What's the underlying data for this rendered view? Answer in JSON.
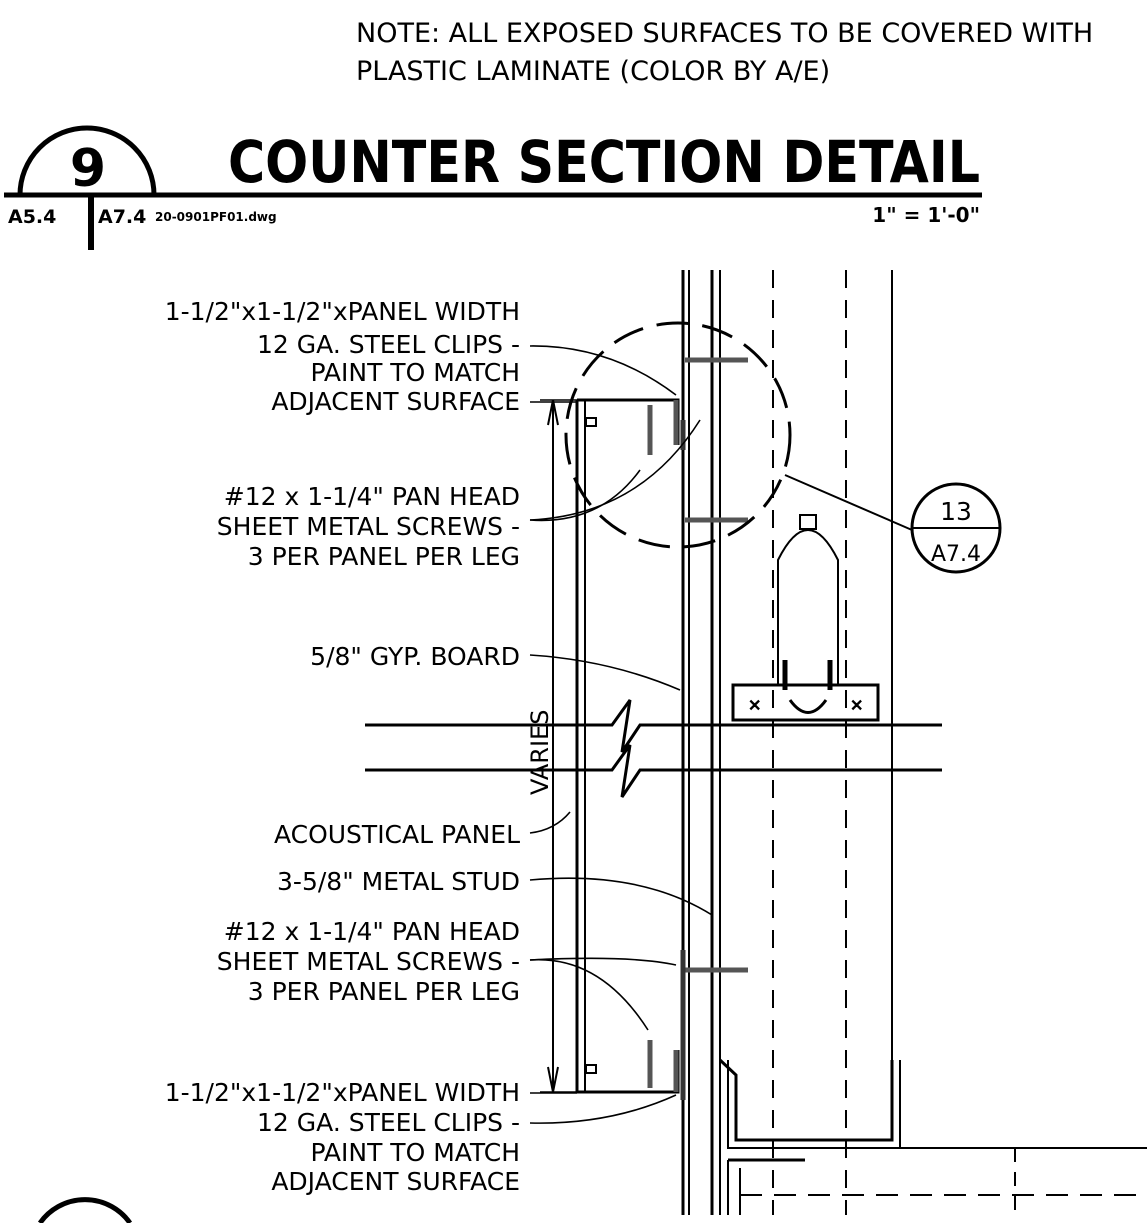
{
  "note": {
    "line1": "NOTE: ALL EXPOSED SURFACES TO BE COVERED WITH",
    "line2": "PLASTIC LAMINATE (COLOR BY A/E)"
  },
  "title_block": {
    "detail_number": "9",
    "title": "COUNTER SECTION DETAIL",
    "sheet_left": "A5.4",
    "sheet_right": "A7.4",
    "file_name": "20-0901PF01.dwg",
    "scale": "1\" = 1'-0\""
  },
  "callouts": {
    "top_clips": {
      "line1": "1-1/2\"x1-1/2\"xPANEL WIDTH",
      "line2": "12 GA. STEEL CLIPS -",
      "line3": "PAINT TO MATCH",
      "line4": "ADJACENT SURFACE"
    },
    "top_screws": {
      "line1": "#12 x 1-1/4\" PAN HEAD",
      "line2": "SHEET METAL SCREWS -",
      "line3": "3 PER PANEL PER LEG"
    },
    "gyp_board": "5/8\" GYP. BOARD",
    "acoustical_panel": "ACOUSTICAL PANEL",
    "metal_stud": "3-5/8\" METAL STUD",
    "bottom_screws": {
      "line1": "#12 x 1-1/4\" PAN HEAD",
      "line2": "SHEET METAL SCREWS -",
      "line3": "3 PER PANEL PER LEG"
    },
    "bottom_clips": {
      "line1": "1-1/2\"x1-1/2\"xPANEL WIDTH",
      "line2": "12 GA. STEEL CLIPS -",
      "line3": "PAINT TO MATCH",
      "line4": "ADJACENT SURFACE"
    }
  },
  "dimension": {
    "label": "VARIES"
  },
  "detail_reference": {
    "number": "13",
    "sheet": "A7.4"
  }
}
